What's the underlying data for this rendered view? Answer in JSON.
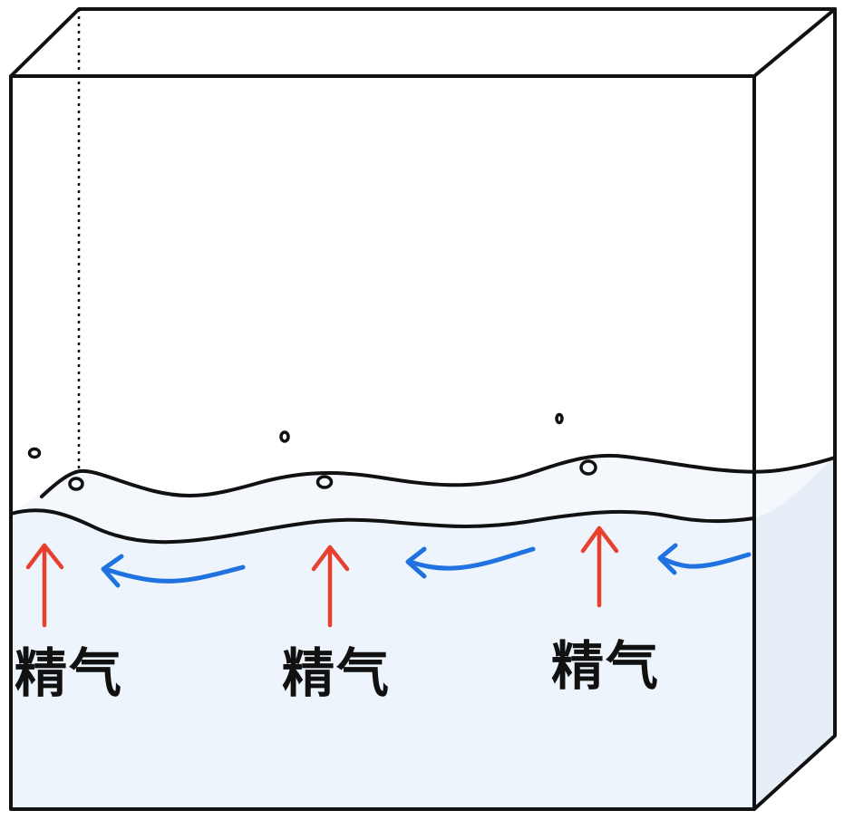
{
  "labels": [
    {
      "text": "精气"
    },
    {
      "text": "精气"
    },
    {
      "text": "精气"
    }
  ],
  "colors": {
    "outline": "#111111",
    "water_fill": "#edf4fb",
    "up_arrow": "#e8402f",
    "flow_arrow": "#1f72e0"
  }
}
